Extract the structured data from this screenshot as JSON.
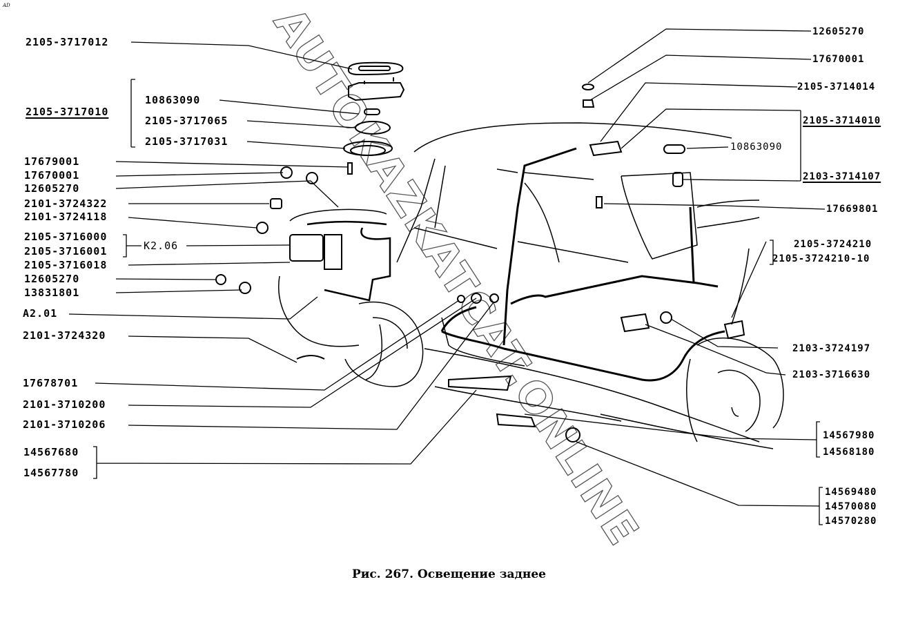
{
  "figure": {
    "caption": "Рис. 267. Освещение заднее",
    "corner_mark": "AD",
    "watermark": "AUTOKAZKATCAT.ONLINE"
  },
  "left_labels": {
    "l1": "2105-3717012",
    "group_3717010": "2105-3717010",
    "l2": "10863090",
    "l3": "2105-3717065",
    "l4": "2105-3717031",
    "l5": "17679001",
    "l6": "17670001",
    "l7": "12605270",
    "l8": "2101-3724322",
    "l9": "2101-3724118",
    "l10": "2105-3716000",
    "l11": "2105-3716001",
    "k206": "K2.06",
    "l12": "2105-3716018",
    "l13": "12605270",
    "l14": "13831801",
    "a201": "A2.01",
    "l15": "2101-3724320",
    "l16": "17678701",
    "l17": "2101-3710200",
    "l18": "2101-3710206",
    "l19": "14567680",
    "l20": "14567780"
  },
  "right_labels": {
    "r1": "12605270",
    "r2": "17670001",
    "r3": "2105-3714014",
    "group_3714010": "2105-3714010",
    "r4": "10863090",
    "group_3714107": "2103-3714107",
    "r5": "17669801",
    "r6": "2105-3724210",
    "r7": "2105-3724210-10",
    "r8": "2103-3724197",
    "r9": "2103-3716630",
    "r10": "14567980",
    "r11": "14568180",
    "r12": "14569480",
    "r13": "14570080",
    "r14": "14570280"
  }
}
